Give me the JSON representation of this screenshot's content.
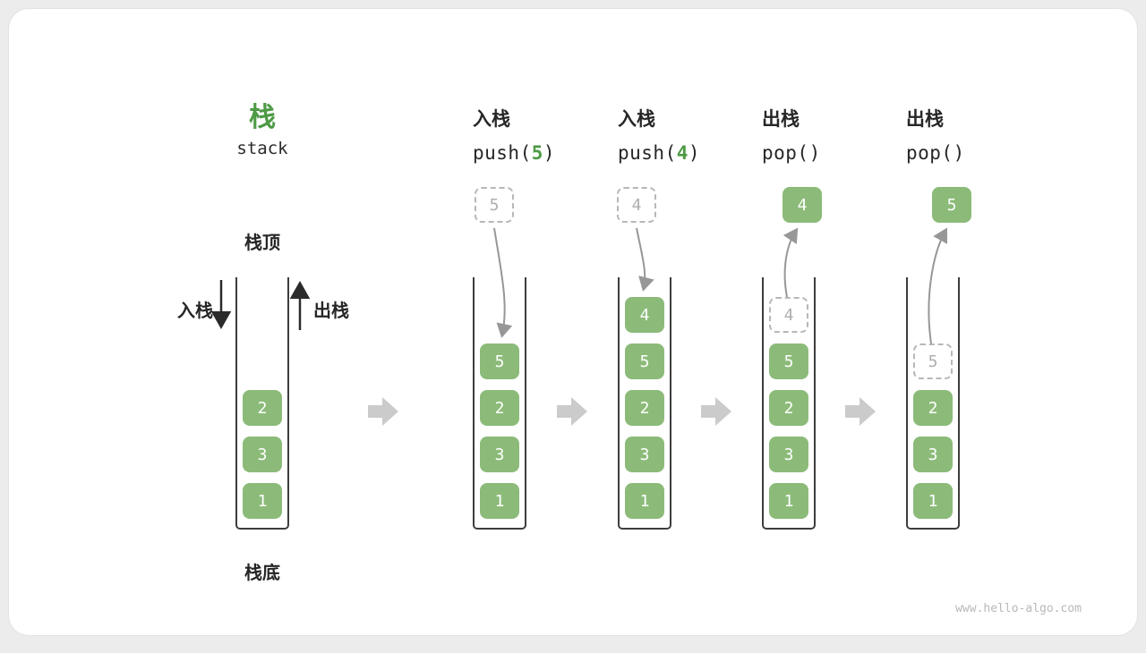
{
  "page": {
    "watermark": "www.hello-algo.com",
    "background_color": "#ececec",
    "card_color": "#ffffff"
  },
  "colors": {
    "box_green": "#8cbb79",
    "title_green": "#4e9a45",
    "code_arg_green": "#4e9a45",
    "ghost_gray": "#b7b7b7",
    "curve_arrow_gray": "#979797",
    "step_arrow_gray": "#cbcbcb",
    "container_border": "#3d3d3d",
    "text_dark": "#262626",
    "watermark_gray": "#b8b8b8"
  },
  "legend": {
    "title": "栈",
    "subtitle": "stack",
    "top_label": "栈顶",
    "bottom_label": "栈底",
    "push_label": "入栈",
    "pop_label": "出栈"
  },
  "columns": [
    {
      "id": "initial",
      "items": [
        {
          "value": "2",
          "state": "solid"
        },
        {
          "value": "3",
          "state": "solid"
        },
        {
          "value": "1",
          "state": "solid"
        }
      ]
    },
    {
      "id": "push-5",
      "op_label": "入栈",
      "code_prefix": "push(",
      "code_arg": "5",
      "code_suffix": ")",
      "floating": {
        "value": "5",
        "state": "ghost"
      },
      "items": [
        {
          "value": "5",
          "state": "solid"
        },
        {
          "value": "2",
          "state": "solid"
        },
        {
          "value": "3",
          "state": "solid"
        },
        {
          "value": "1",
          "state": "solid"
        }
      ]
    },
    {
      "id": "push-4",
      "op_label": "入栈",
      "code_prefix": "push(",
      "code_arg": "4",
      "code_suffix": ")",
      "floating": {
        "value": "4",
        "state": "ghost"
      },
      "items": [
        {
          "value": "4",
          "state": "solid"
        },
        {
          "value": "5",
          "state": "solid"
        },
        {
          "value": "2",
          "state": "solid"
        },
        {
          "value": "3",
          "state": "solid"
        },
        {
          "value": "1",
          "state": "solid"
        }
      ]
    },
    {
      "id": "pop-4",
      "op_label": "出栈",
      "code_prefix": "pop(",
      "code_arg": "",
      "code_suffix": ")",
      "floating": {
        "value": "4",
        "state": "solid"
      },
      "items": [
        {
          "value": "4",
          "state": "ghost"
        },
        {
          "value": "5",
          "state": "solid"
        },
        {
          "value": "2",
          "state": "solid"
        },
        {
          "value": "3",
          "state": "solid"
        },
        {
          "value": "1",
          "state": "solid"
        }
      ]
    },
    {
      "id": "pop-5",
      "op_label": "出栈",
      "code_prefix": "pop(",
      "code_arg": "",
      "code_suffix": ")",
      "floating": {
        "value": "5",
        "state": "solid"
      },
      "items": [
        {
          "value": "5",
          "state": "ghost"
        },
        {
          "value": "2",
          "state": "solid"
        },
        {
          "value": "3",
          "state": "solid"
        },
        {
          "value": "1",
          "state": "solid"
        }
      ]
    }
  ]
}
